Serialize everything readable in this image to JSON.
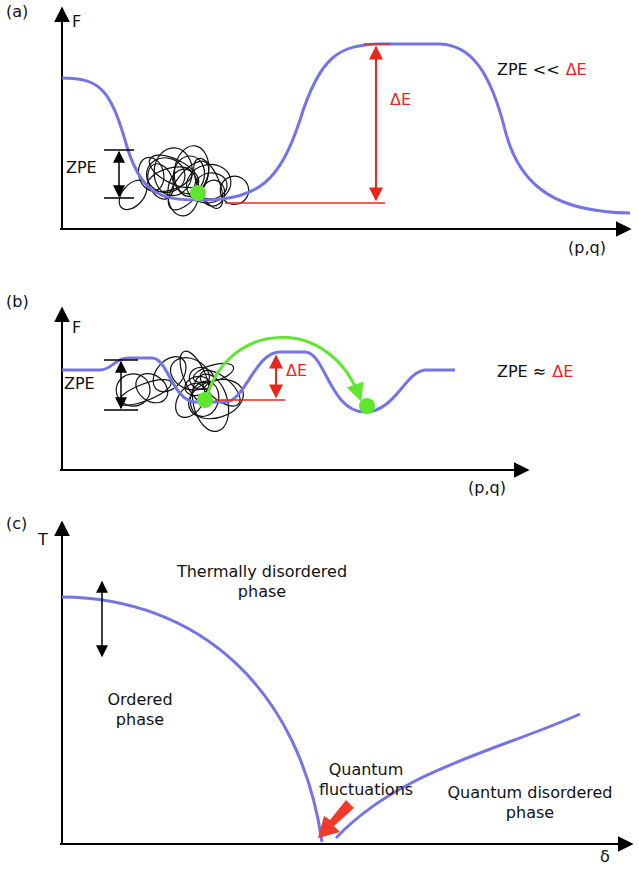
{
  "diagram": {
    "labels": [
      "(a)",
      "F",
      "ZPE",
      "ΔE",
      "ZPE <<",
      "ΔE",
      "(p,q)",
      "(b)",
      "F",
      "ZPE",
      "ΔE",
      "ZPE ≈",
      "ΔE",
      "(p,q)",
      "(c)",
      "T",
      "Thermally disordered phase",
      "Ordered phase",
      "Quantum fluctuations",
      "Quantum disordered phase",
      "δ"
    ]
  }
}
